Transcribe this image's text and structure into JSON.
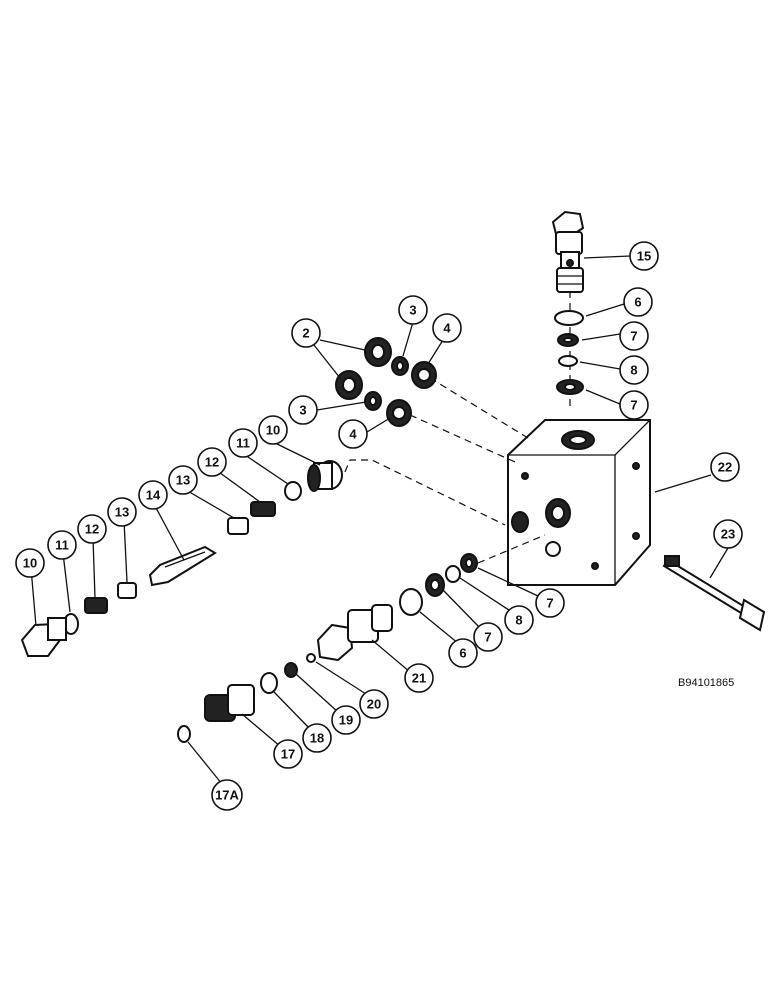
{
  "figure_code": "B94101865",
  "callouts": [
    {
      "label": "2"
    },
    {
      "label": "3"
    },
    {
      "label": "4"
    },
    {
      "label": "3"
    },
    {
      "label": "4"
    },
    {
      "label": "15"
    },
    {
      "label": "6"
    },
    {
      "label": "7"
    },
    {
      "label": "8"
    },
    {
      "label": "7"
    },
    {
      "label": "22"
    },
    {
      "label": "23"
    },
    {
      "label": "10"
    },
    {
      "label": "11"
    },
    {
      "label": "12"
    },
    {
      "label": "13"
    },
    {
      "label": "14"
    },
    {
      "label": "13"
    },
    {
      "label": "12"
    },
    {
      "label": "11"
    },
    {
      "label": "10"
    },
    {
      "label": "7"
    },
    {
      "label": "8"
    },
    {
      "label": "7"
    },
    {
      "label": "6"
    },
    {
      "label": "21"
    },
    {
      "label": "20"
    },
    {
      "label": "19"
    },
    {
      "label": "18"
    },
    {
      "label": "17"
    },
    {
      "label": "17A"
    }
  ]
}
